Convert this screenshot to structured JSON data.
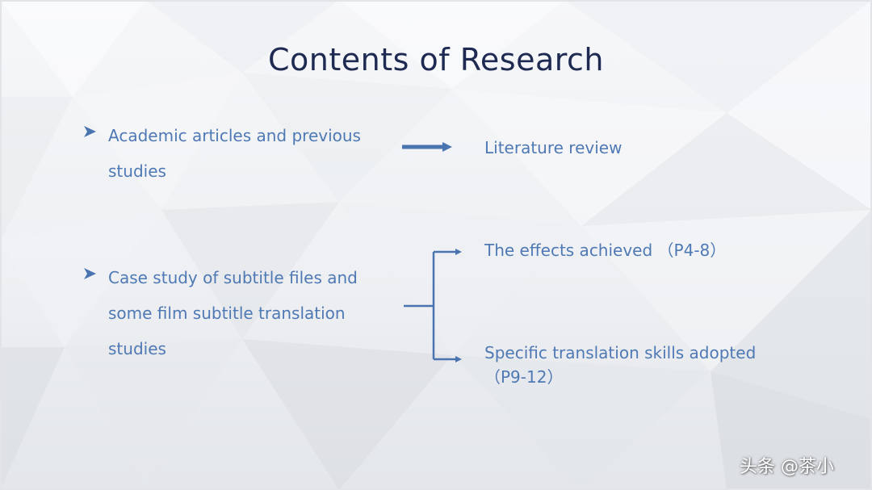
{
  "slide": {
    "title": "Contents of Research",
    "bullets": [
      {
        "text": "Academic articles and previous studies"
      },
      {
        "text": "Case study of subtitle files and some film subtitle translation studies"
      }
    ],
    "outcomes": {
      "first": "Literature review",
      "second_a": "The effects achieved （P4-8）",
      "second_b_line1": "Specific translation skills adopted",
      "second_b_line2": "（P9-12）"
    },
    "watermark": "头条 @茶小"
  },
  "colors": {
    "title": "#1e2a52",
    "text": "#4f79b4",
    "accent": "#4a74b0"
  },
  "icons": {
    "bullet": "chevron-right-icon",
    "connector": "arrow-right-icon"
  }
}
